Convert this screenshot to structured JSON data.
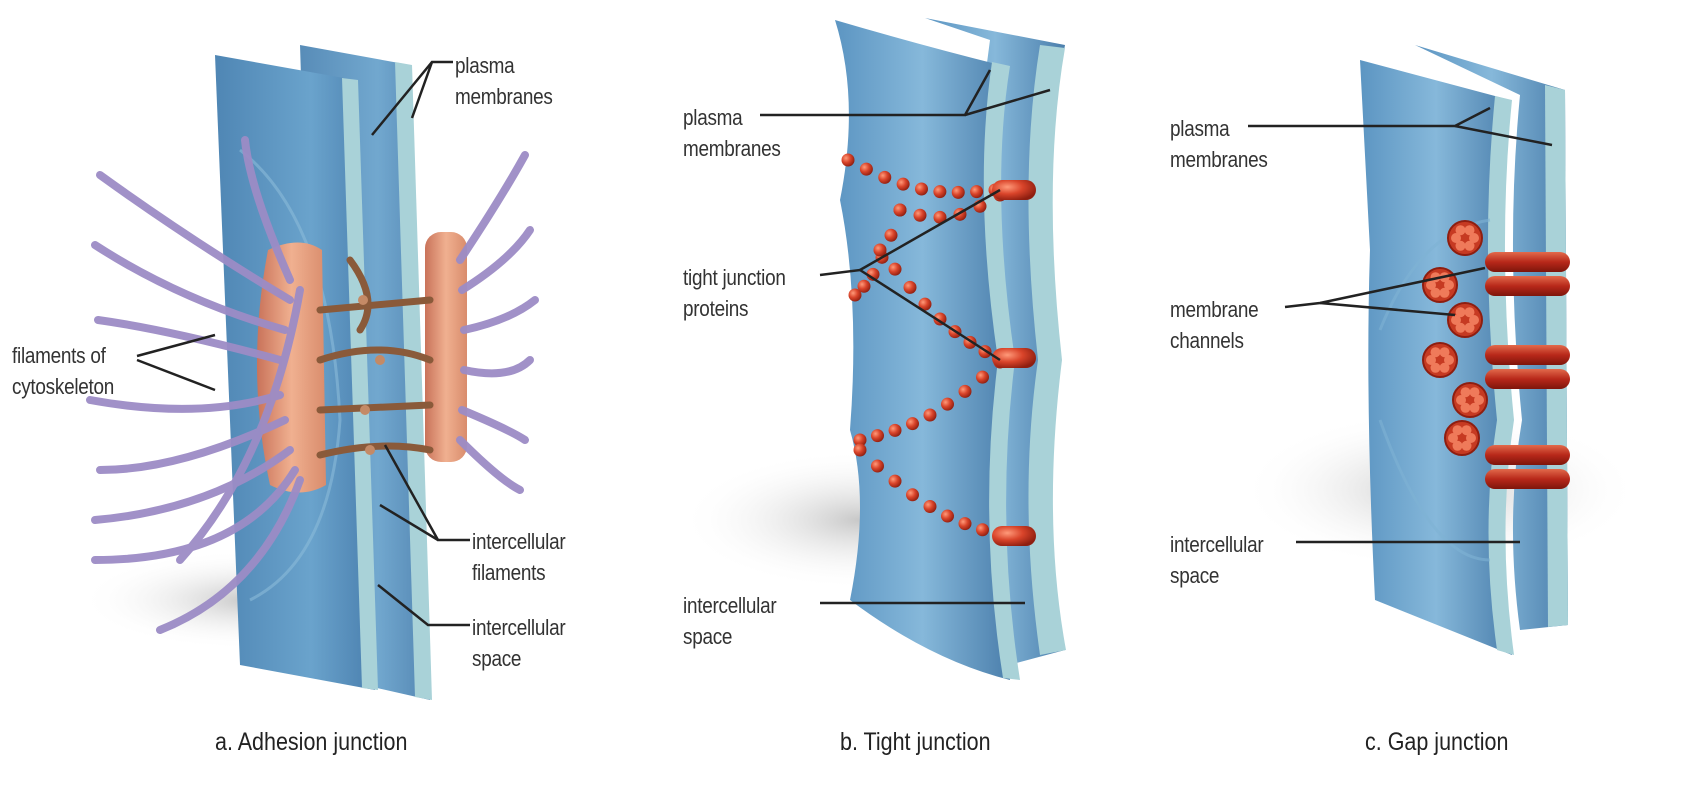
{
  "panels": [
    {
      "caption": "a. Adhesion junction",
      "labels": {
        "plasma_membranes": [
          "plasma",
          "membranes"
        ],
        "filaments_of_cytoskeleton": [
          "filaments of",
          "cytoskeleton"
        ],
        "intercellular_filaments": [
          "intercellular",
          "filaments"
        ],
        "intercellular_space": [
          "intercellular",
          "space"
        ]
      }
    },
    {
      "caption": "b. Tight junction",
      "labels": {
        "plasma_membranes": [
          "plasma",
          "membranes"
        ],
        "tight_junction_proteins": [
          "tight junction",
          "proteins"
        ],
        "intercellular_space": [
          "intercellular",
          "space"
        ]
      }
    },
    {
      "caption": "c. Gap junction",
      "labels": {
        "plasma_membranes": [
          "plasma",
          "membranes"
        ],
        "membrane_channels": [
          "membrane",
          "channels"
        ],
        "intercellular_space": [
          "intercellular",
          "space"
        ]
      }
    }
  ],
  "colors": {
    "membrane": "#5b93bf",
    "membrane_edge": "#a9d2d8",
    "filament": "#9c8cc6",
    "plaque": "#e59a78",
    "protein": "#d7462a",
    "leader": "#222222"
  }
}
